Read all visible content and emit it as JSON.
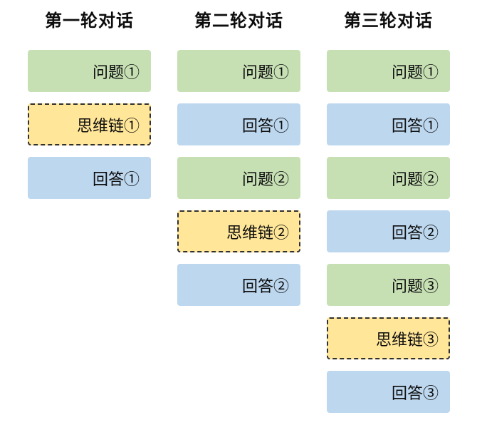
{
  "columns": [
    {
      "title": "第一轮对话",
      "boxes": [
        {
          "label": "问题①",
          "type": "question"
        },
        {
          "label": "思维链①",
          "type": "cot"
        },
        {
          "label": "回答①",
          "type": "answer"
        }
      ]
    },
    {
      "title": "第二轮对话",
      "boxes": [
        {
          "label": "问题①",
          "type": "question"
        },
        {
          "label": "回答①",
          "type": "answer"
        },
        {
          "label": "问题②",
          "type": "question"
        },
        {
          "label": "思维链②",
          "type": "cot"
        },
        {
          "label": "回答②",
          "type": "answer"
        }
      ]
    },
    {
      "title": "第三轮对话",
      "boxes": [
        {
          "label": "问题①",
          "type": "question"
        },
        {
          "label": "回答①",
          "type": "answer"
        },
        {
          "label": "问题②",
          "type": "question"
        },
        {
          "label": "回答②",
          "type": "answer"
        },
        {
          "label": "问题③",
          "type": "question"
        },
        {
          "label": "思维链③",
          "type": "cot"
        },
        {
          "label": "回答③",
          "type": "answer"
        }
      ]
    }
  ],
  "colors": {
    "page_bg": "#ffffff",
    "text": "#0d0d0d",
    "question_bg": "#c6e0b4",
    "answer_bg": "#bdd7ee",
    "cot_bg": "#ffe699",
    "cot_border": "#303030"
  }
}
